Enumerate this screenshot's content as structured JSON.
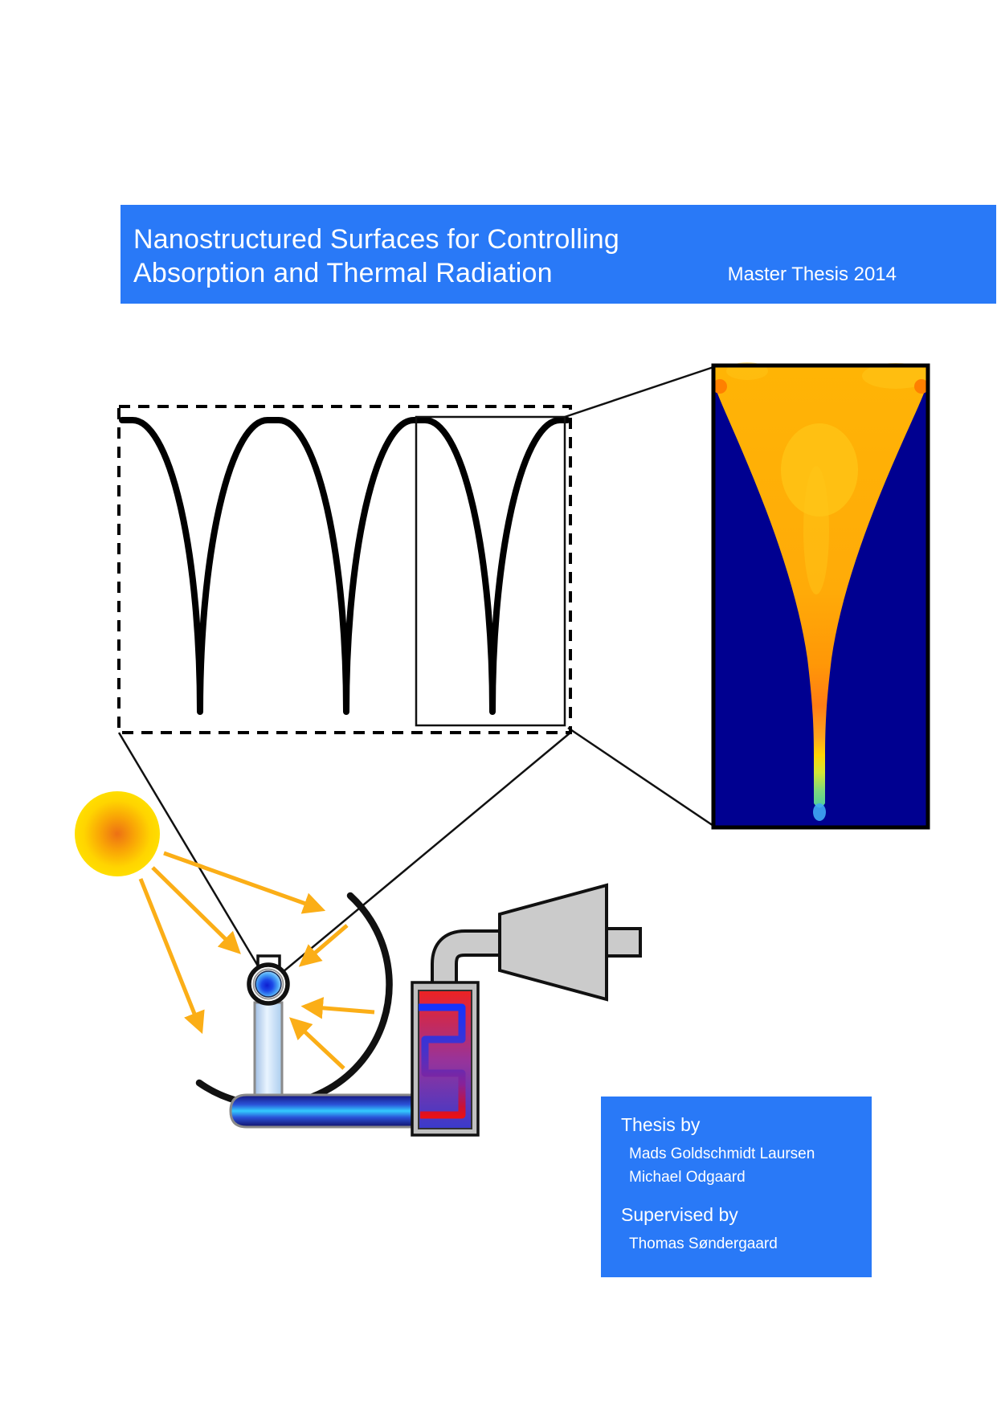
{
  "banner": {
    "title_line1": "Nanostructured Surfaces for Controlling",
    "title_line2": "Absorption and Thermal Radiation",
    "badge": "Master Thesis 2014"
  },
  "credits": {
    "thesis_by_label": "Thesis by",
    "authors": [
      "Mads Goldschmidt Laursen",
      "Michael Odgaard"
    ],
    "supervised_by_label": "Supervised by",
    "supervisors": [
      "Thomas Søndergaard"
    ]
  },
  "figure": {
    "description_parts": [
      "groove-profile-curve",
      "dashed-selection-box",
      "highlight-rectangle",
      "field-simulation-heatmap",
      "sun",
      "sun-rays",
      "parabolic-mirror",
      "receiver-tube",
      "fluid-pipe",
      "heat-exchanger",
      "turbine",
      "turbine-shaft"
    ]
  },
  "colors": {
    "banner_blue": "#2979f7",
    "heatmap_navy": "#000090",
    "heatmap_amber": "#ffb405",
    "heatmap_orange": "#ff7d14",
    "heatmap_yellow": "#ffd504",
    "heatmap_green_tip": "#5cd487",
    "sun_core_orange": "#ed7014",
    "sun_edge_yellow": "#ffde00",
    "ray_amber": "#fbae17",
    "pipe_cyan": "#33ccff",
    "exchanger_red": "#ee2222",
    "exchanger_blue": "#3a3acc",
    "machine_gray": "#cbcbcb"
  }
}
